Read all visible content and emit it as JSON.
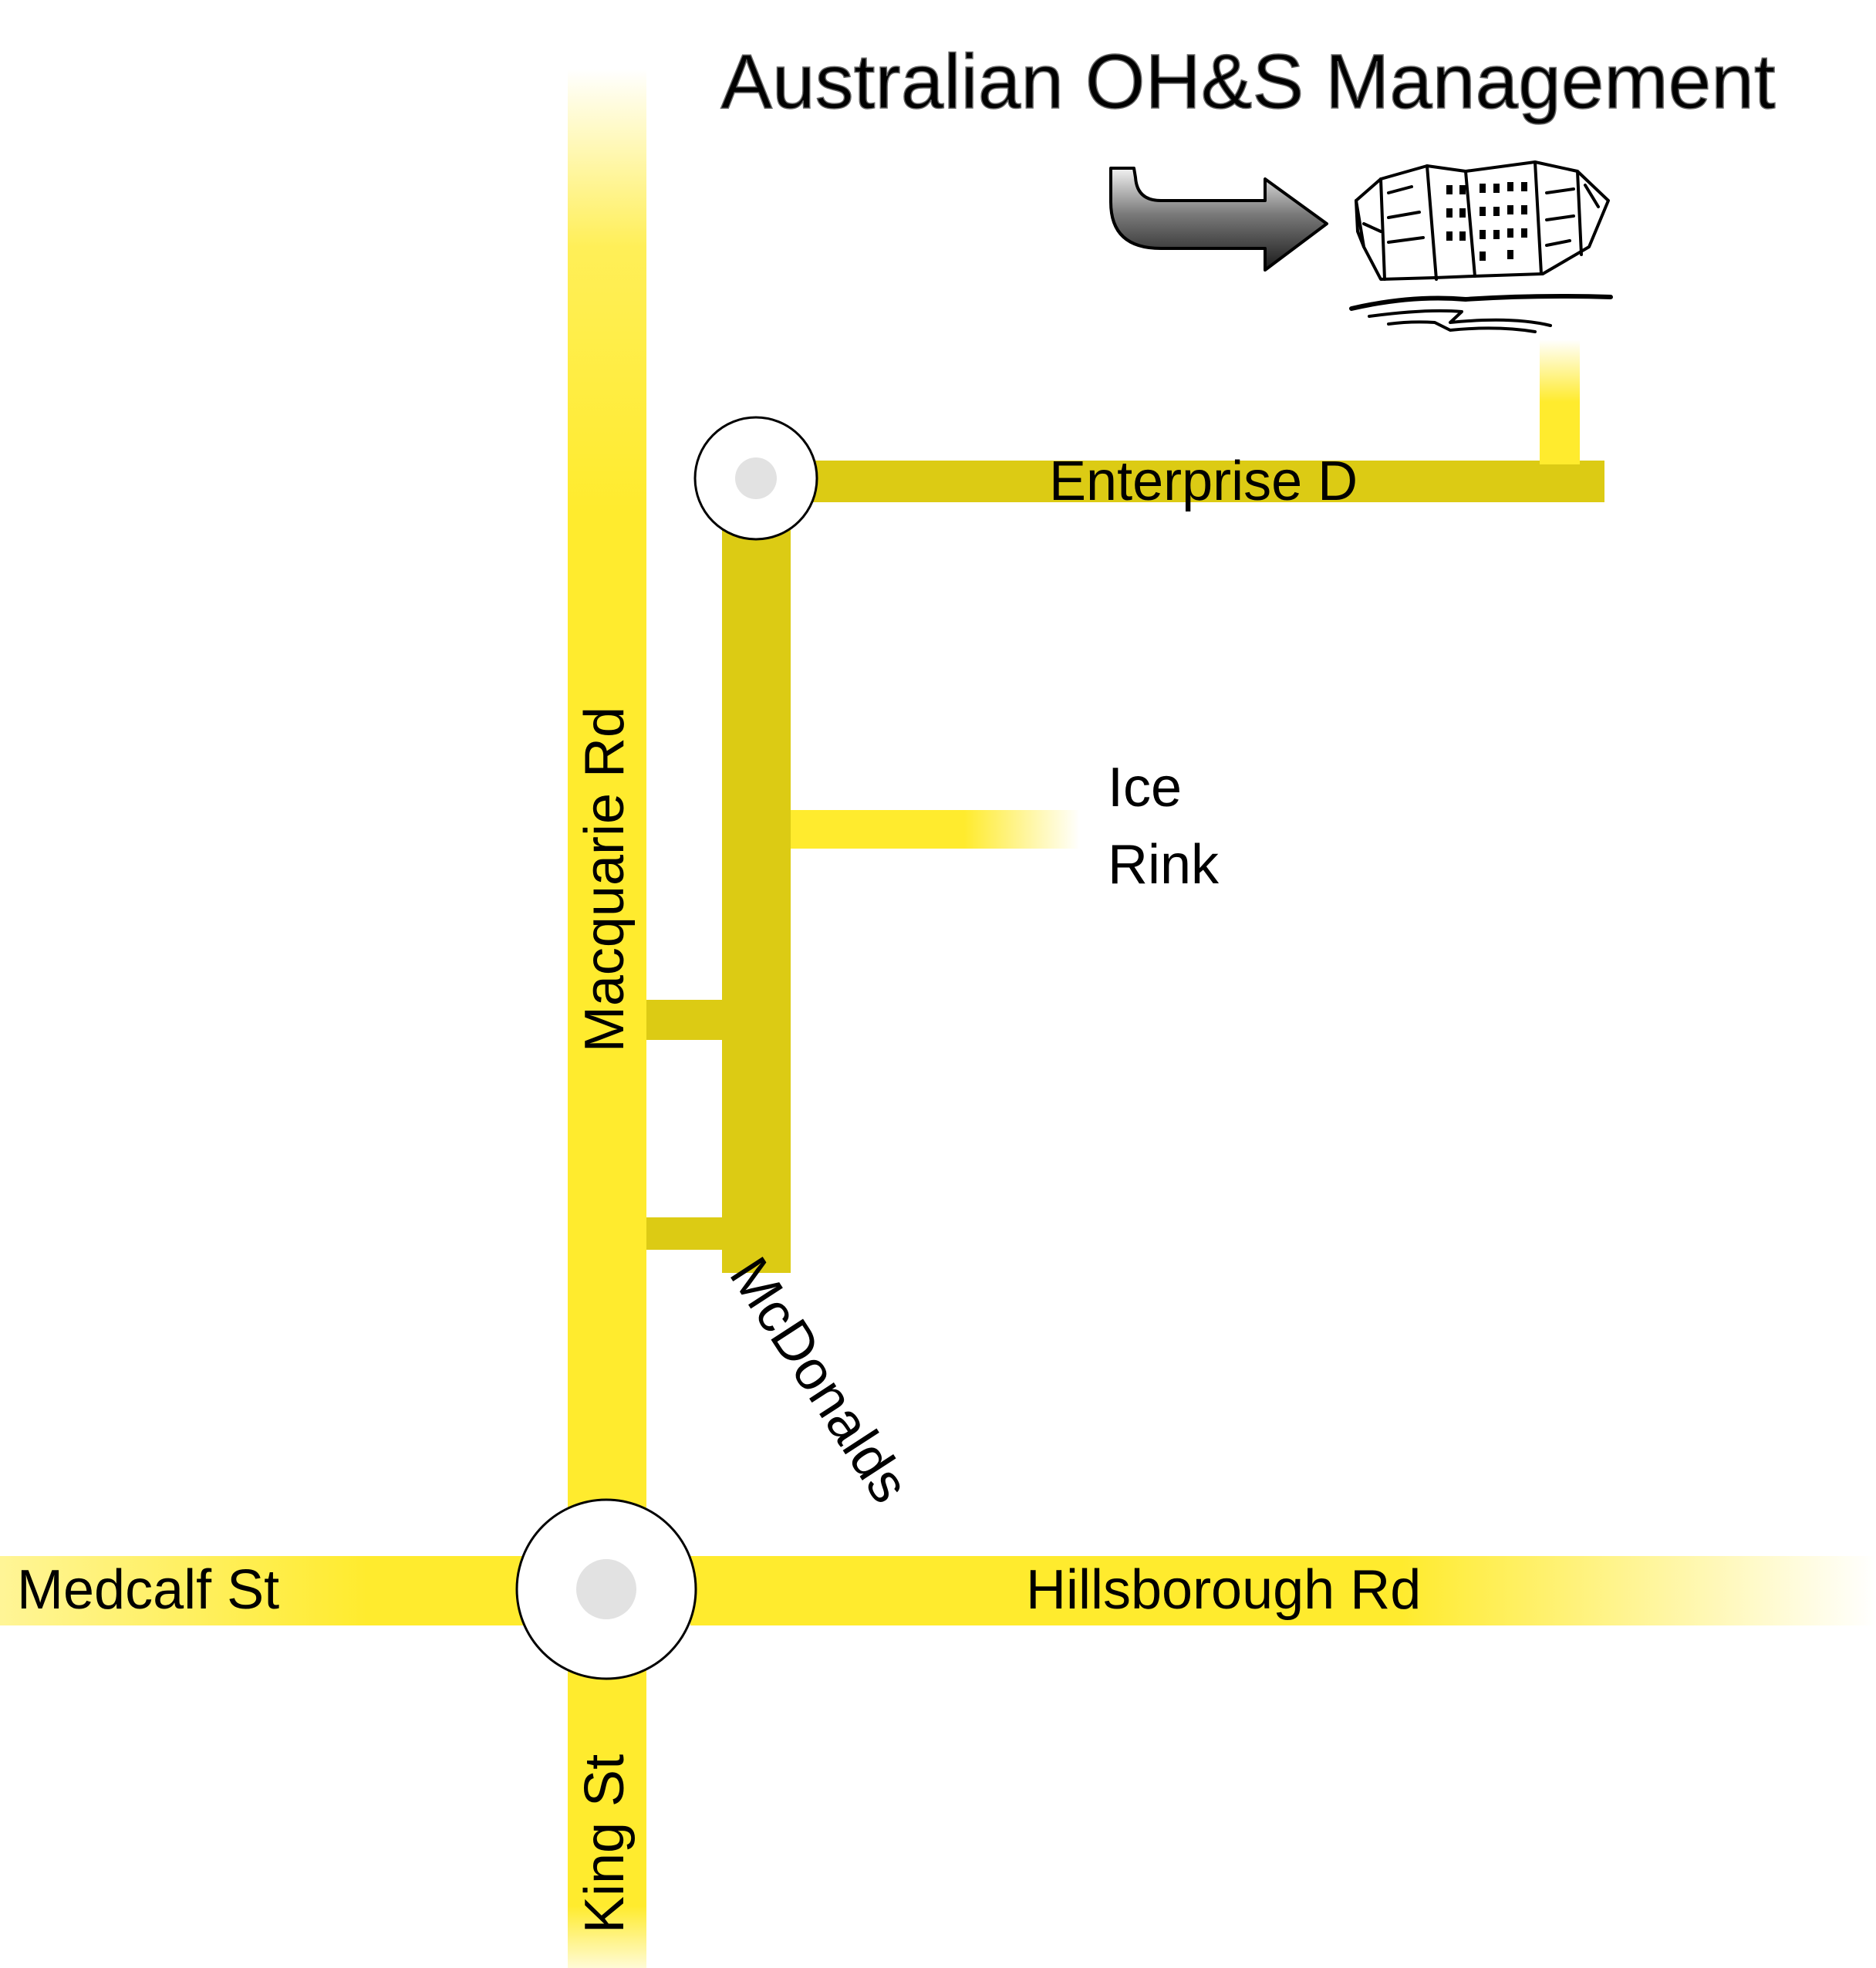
{
  "title": "Australian OH&S Management",
  "colors": {
    "major_road": "#FFEB2E",
    "minor_road": "#DCCB14",
    "roundabout_fill": "#FFFFFF",
    "roundabout_center": "#E2E2E2",
    "text": "#000000"
  },
  "icons": {
    "arrow": "curved-arrow-icon",
    "destination": "office-building-icon"
  },
  "roads": {
    "macquarie": "Macquarie Rd",
    "king": "King St",
    "medcalf": "Medcalf St",
    "hillsborough": "Hillsborough Rd",
    "enterprise": "Enterprise D"
  },
  "landmarks": {
    "ice_line1": "Ice",
    "ice_line2": "Rink",
    "mcdonalds": "McDonalds"
  }
}
